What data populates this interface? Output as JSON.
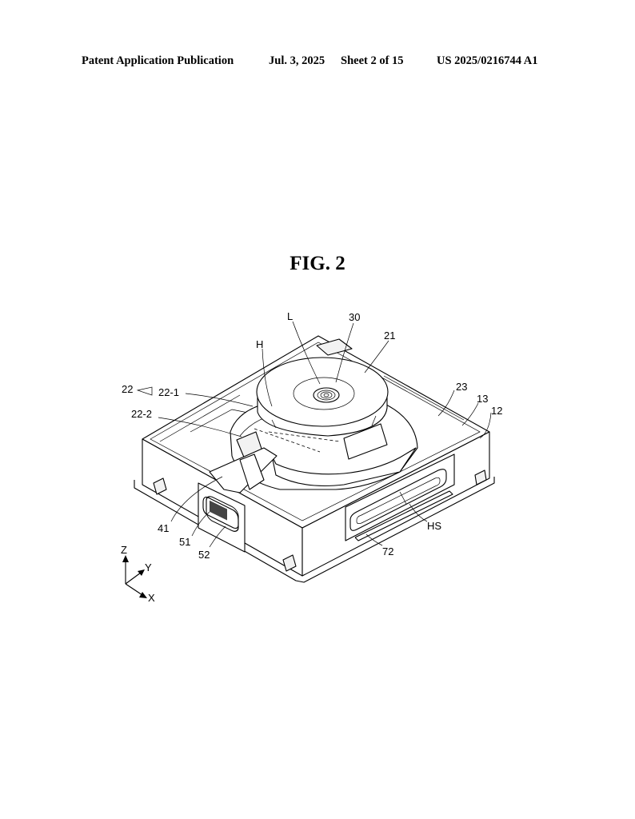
{
  "header": {
    "left": "Patent Application Publication",
    "date": "Jul. 3, 2025",
    "sheet": "Sheet 2 of 15",
    "number": "US 2025/0216744 A1"
  },
  "figure": {
    "title": "FIG. 2",
    "labels": {
      "L": "L",
      "n30": "30",
      "n21": "21",
      "H": "H",
      "n22": "22",
      "n22_1": "22-1",
      "n22_2": "22-2",
      "n23": "23",
      "n13": "13",
      "n12": "12",
      "n41": "41",
      "n51": "51",
      "n52": "52",
      "HS": "HS",
      "n72": "72"
    },
    "axes": {
      "z": "Z",
      "y": "Y",
      "x": "X"
    }
  }
}
